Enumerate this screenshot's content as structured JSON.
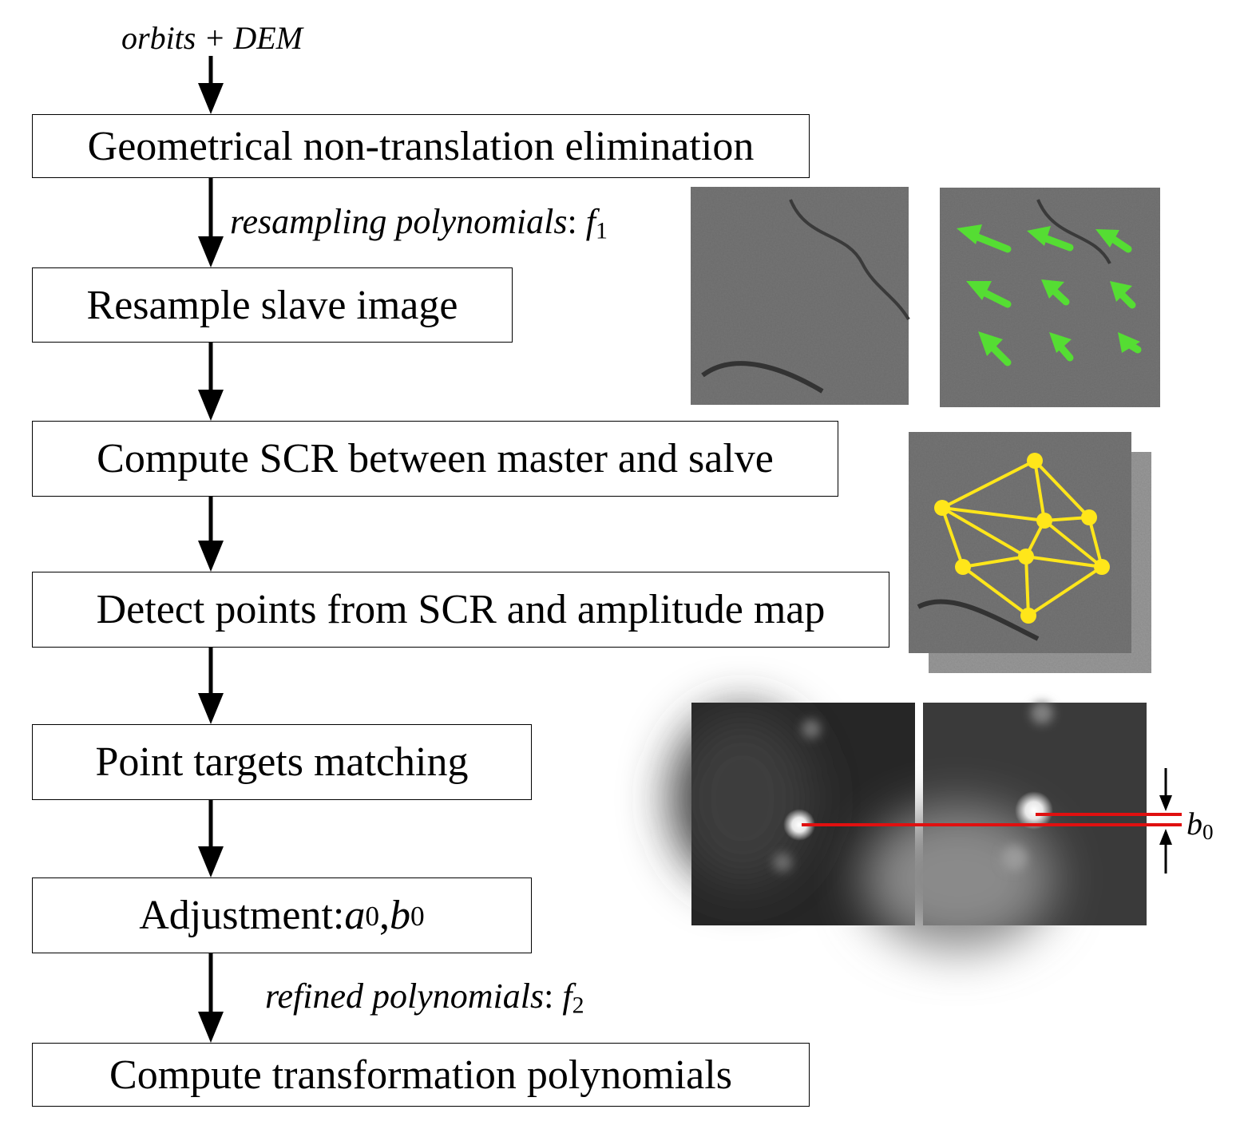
{
  "input": {
    "label": "orbits + DEM"
  },
  "steps": [
    {
      "text": "Geometrical non-translation elimination"
    },
    {
      "text": "Resample slave image"
    },
    {
      "text": "Compute SCR between master and salve"
    },
    {
      "text": "Detect points from SCR and amplitude map"
    },
    {
      "text": "Point targets matching"
    },
    {
      "text": "Adjustment: ",
      "math": {
        "a": "a",
        "a_sub": "0",
        "sep": ", ",
        "b": "b",
        "b_sub": "0"
      }
    },
    {
      "text": "Compute transformation polynomials"
    }
  ],
  "edge_labels": {
    "first": {
      "text": "resampling polynomials",
      "colon": ":",
      "f": "f",
      "sub": "1"
    },
    "last": {
      "text": "refined polynomials",
      "colon": ":",
      "f": "f",
      "sub": "2"
    }
  },
  "offset_label": {
    "b": "b",
    "sub": "0"
  },
  "colors": {
    "stroke": "#000000",
    "arrows_green": "#55dd33",
    "network_yellow": "#ffe61a",
    "match_red": "#e01010",
    "sar_gray": "#6b6b6b",
    "dark_patch": "#262626"
  }
}
